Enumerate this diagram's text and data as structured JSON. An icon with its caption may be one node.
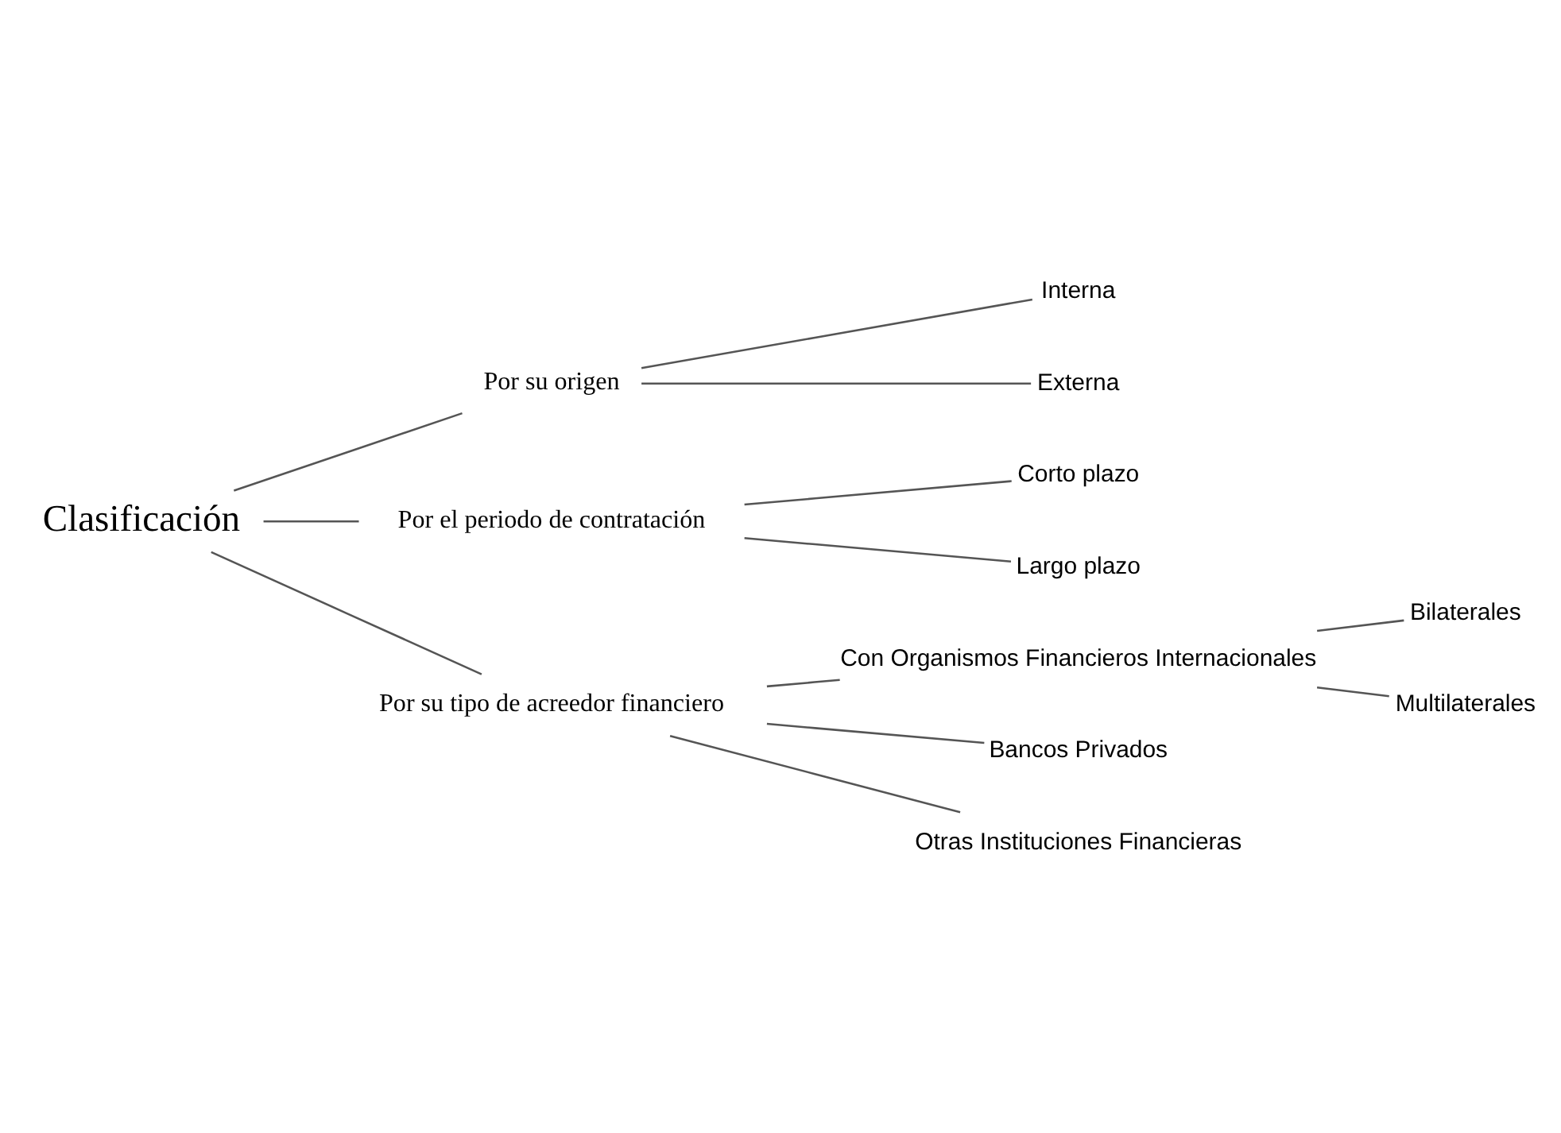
{
  "diagram": {
    "nodes": [
      {
        "text": [
          "Clasificación"
        ]
      },
      {
        "text": [
          "Por su origen"
        ]
      },
      {
        "text": [
          "Interna"
        ]
      },
      {
        "text": [
          "Externa"
        ]
      },
      {
        "text": [
          "Por el periodo de contratación"
        ]
      },
      {
        "text": [
          "Corto plazo"
        ]
      },
      {
        "text": [
          "Largo plazo"
        ]
      },
      {
        "text": [
          "Por su tipo de acreedor financiero"
        ]
      },
      {
        "text": [
          "Con Organismos Financieros Internacionales"
        ]
      },
      {
        "text": [
          "Bilaterales"
        ]
      },
      {
        "text": [
          "Multilaterales"
        ]
      },
      {
        "text": [
          "Bancos Privados"
        ]
      },
      {
        "text": [
          "Otras Instituciones Financieras"
        ]
      }
    ],
    "edges": [
      {
        "from": 0,
        "to": 1,
        "arrow": "none"
      },
      {
        "from": 0,
        "to": 4,
        "arrow": "none"
      },
      {
        "from": 0,
        "to": 7,
        "arrow": "none"
      },
      {
        "from": 1,
        "to": 2,
        "arrow": "none"
      },
      {
        "from": 1,
        "to": 3,
        "arrow": "none"
      },
      {
        "from": 4,
        "to": 5,
        "arrow": "none"
      },
      {
        "from": 4,
        "to": 6,
        "arrow": "none"
      },
      {
        "from": 7,
        "to": 8,
        "arrow": "none"
      },
      {
        "from": 7,
        "to": 11,
        "arrow": "none"
      },
      {
        "from": 7,
        "to": 12,
        "arrow": "none"
      },
      {
        "from": 8,
        "to": 9,
        "arrow": "none"
      },
      {
        "from": 8,
        "to": 10,
        "arrow": "none"
      }
    ]
  }
}
